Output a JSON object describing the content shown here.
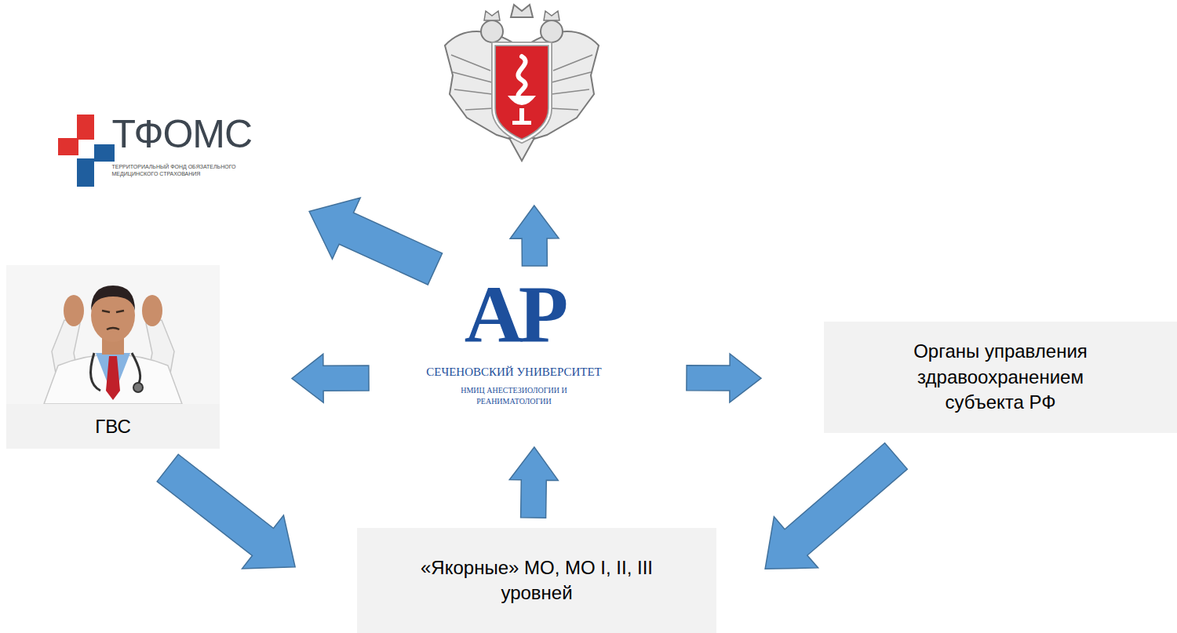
{
  "diagram": {
    "nodes": [
      {
        "text": []
      },
      {
        "text": [
          "ТФОМС",
          "ТЕРРИТОРИАЛЬНЫЙ ФОНД ОБЯЗАТЕЛЬНОГО МЕДИЦИНСКОГО СТРАХОВАНИЯ"
        ]
      },
      {
        "text": [
          "ГВС"
        ]
      },
      {
        "text": [
          "АР",
          "СЕЧЕНОВСКИЙ УНИВЕРСИТЕТ",
          "НМИЦ АНЕСТЕЗИОЛОГИИ И РЕАНИМАТОЛОГИИ"
        ]
      },
      {
        "text": [
          "Органы управления здравоохранением субъекта РФ"
        ]
      },
      {
        "text": [
          "«Якорные» МО, МО I, II, III уровней"
        ]
      }
    ],
    "edges": [
      {
        "from": 3,
        "to": 0,
        "arrow": "to"
      },
      {
        "from": 3,
        "to": 1,
        "arrow": "to"
      },
      {
        "from": 3,
        "to": 2,
        "arrow": "to"
      },
      {
        "from": 3,
        "to": 4,
        "arrow": "to"
      },
      {
        "from": 5,
        "to": 3,
        "arrow": "to"
      },
      {
        "from": 2,
        "to": 5,
        "arrow": "to"
      },
      {
        "from": 4,
        "to": 5,
        "arrow": "to"
      }
    ]
  }
}
